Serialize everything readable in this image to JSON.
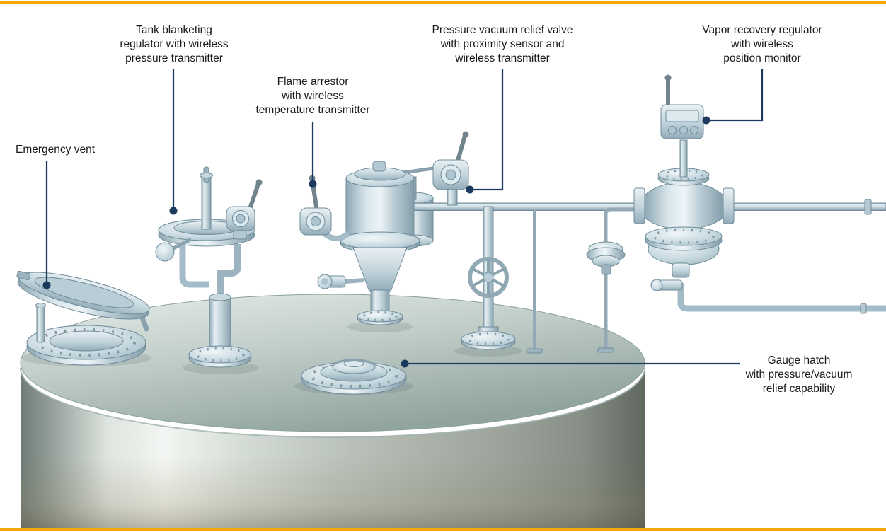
{
  "page": {
    "background": "#ffffff",
    "accent_color": "#f5a800",
    "leader_color": "#1c3a5e",
    "text_color": "#1a1a1a"
  },
  "labels": {
    "emergency_vent": "Emergency vent",
    "tank_blanketing": "Tank blanketing\nregulator with wireless\npressure transmitter",
    "flame_arrestor": "Flame arrestor\nwith wireless\ntemperature transmitter",
    "pv_relief_valve": "Pressure vacuum relief valve\nwith proximity sensor and\nwireless transmitter",
    "vapor_recovery": "Vapor recovery regulator\nwith wireless\nposition monitor",
    "gauge_hatch": "Gauge hatch\nwith pressure/vacuum\nrelief capability"
  },
  "equipment": [
    "storage-tank",
    "emergency-vent",
    "tank-blanketing-regulator",
    "flame-arrestor",
    "pressure-vacuum-relief-valve",
    "vapor-recovery-regulator",
    "gauge-hatch",
    "piping"
  ]
}
